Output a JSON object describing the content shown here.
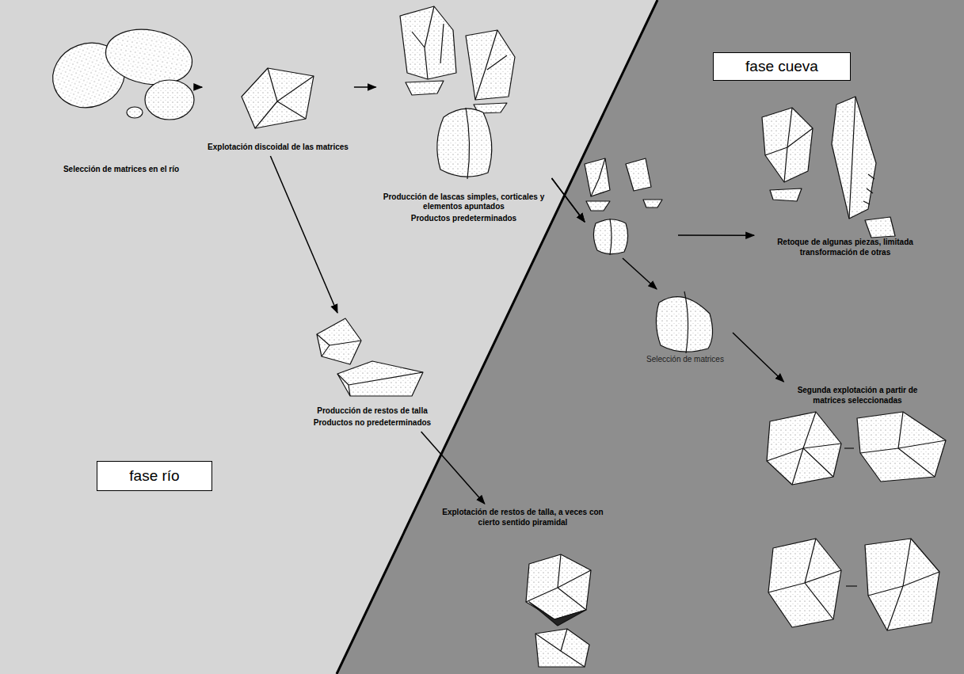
{
  "diagram": {
    "nodes": [
      {
        "text": [
          "Selección de matrices en el río"
        ]
      },
      {
        "text": [
          "Explotación discoidal de las matrices"
        ]
      },
      {
        "text": [
          "Producción de lascas simples, corticales y elementos apuntados",
          "Productos predeterminados"
        ]
      },
      {
        "text": [
          "Producción de restos de talla",
          "Productos no predeterminados"
        ]
      },
      {
        "text": [
          "fase río"
        ]
      },
      {
        "text": [
          "fase cueva"
        ]
      },
      {
        "text": [
          "Retoque de algunas piezas, limitada transformación de otras"
        ]
      },
      {
        "text": [
          "Selección de matrices"
        ]
      },
      {
        "text": [
          "Segunda explotación a partir de matrices seleccionadas"
        ]
      },
      {
        "text": [
          "Explotación de restos de talla, a veces con cierto sentido piramidal"
        ]
      }
    ],
    "edges": [
      {
        "from": 0,
        "to": 1,
        "arrow": "to"
      },
      {
        "from": 1,
        "to": 2,
        "arrow": "to"
      },
      {
        "from": 1,
        "to": 3,
        "arrow": "to"
      },
      {
        "from": 2,
        "to": 6,
        "arrow": "to"
      },
      {
        "from": 2,
        "to": 7,
        "arrow": "to"
      },
      {
        "from": 7,
        "to": 8,
        "arrow": "to"
      },
      {
        "from": 3,
        "to": 9,
        "arrow": "to"
      }
    ]
  }
}
